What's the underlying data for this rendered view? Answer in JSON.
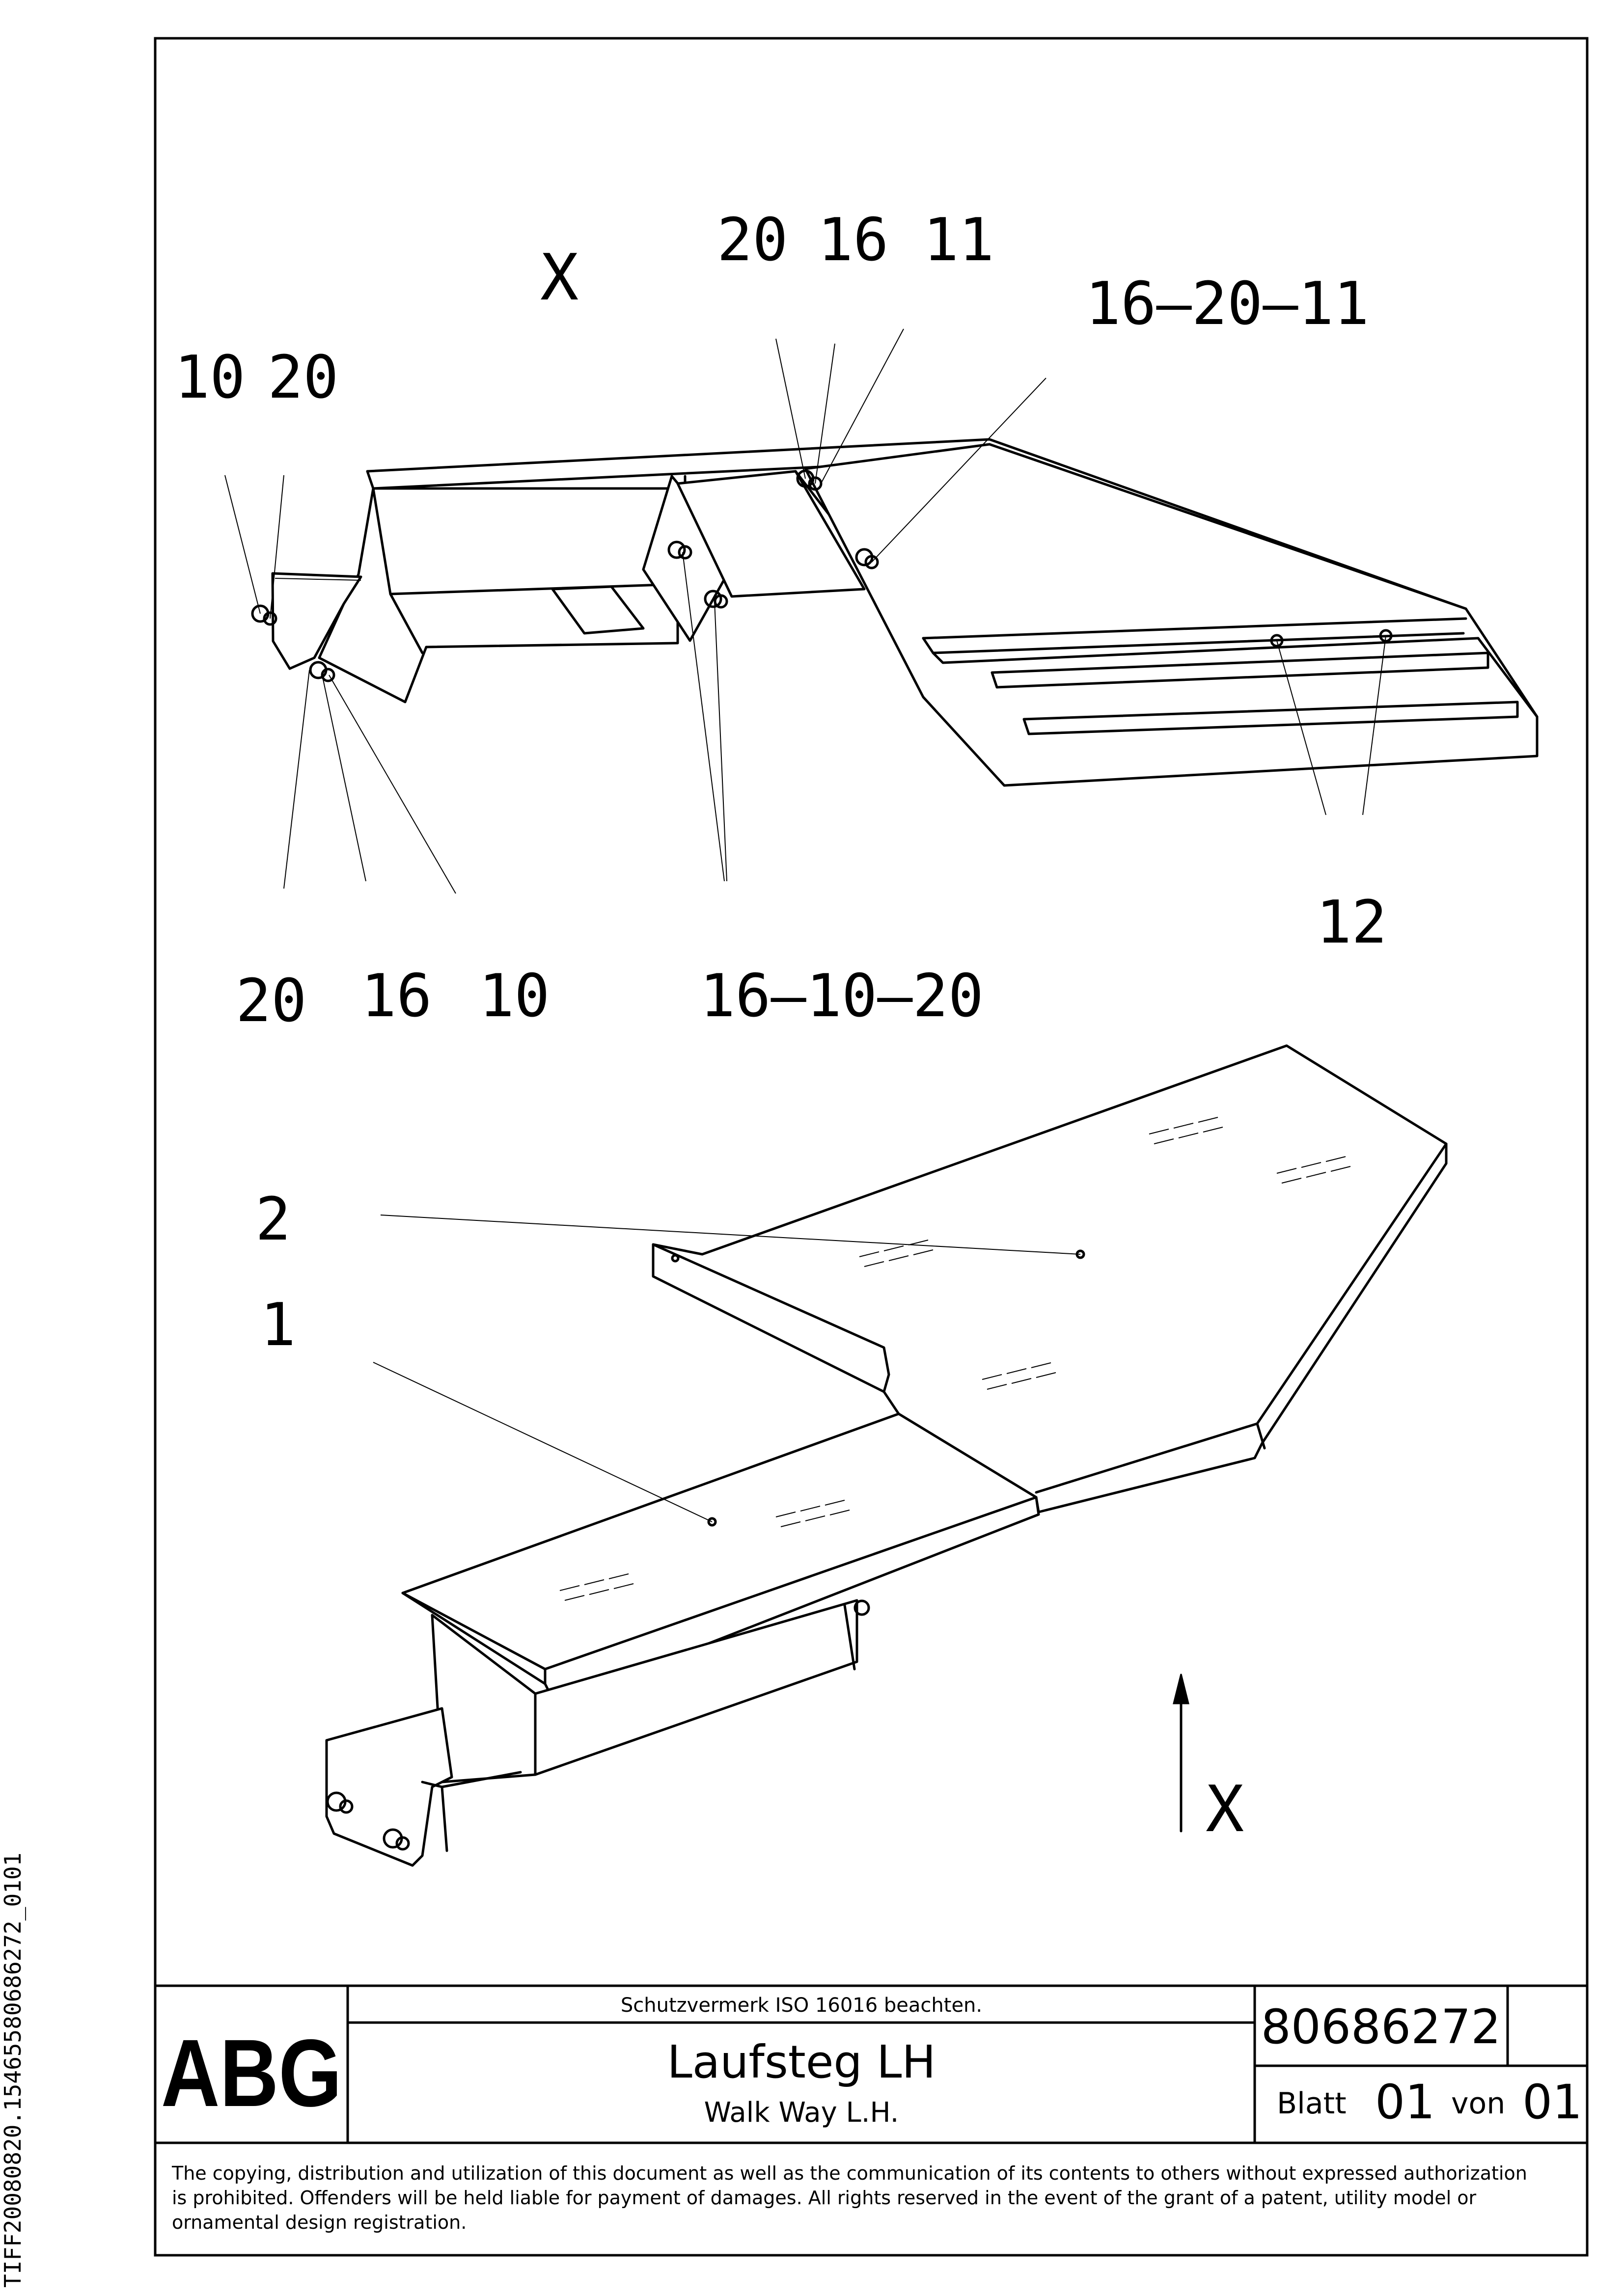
{
  "drawing": {
    "view_label": "X",
    "direction_label": "X",
    "callouts_top": [
      "10",
      "20",
      "20",
      "16",
      "11",
      "16—20—11",
      "20",
      "16",
      "10",
      "16—10—20",
      "12"
    ],
    "callouts_bottom": [
      "2",
      "1"
    ]
  },
  "title_block": {
    "logo": "ABG",
    "protection_note": "Schutzvermerk ISO 16016 beachten.",
    "title_de": "Laufsteg LH",
    "title_en": "Walk Way L.H.",
    "drawing_number": "80686272",
    "sheet_label": "Blatt",
    "sheet_number": "01",
    "of_label": "von",
    "sheet_total": "01"
  },
  "copyright_text": [
    "The copying, distribution and utilization of this document as well as the communication of its contents to others without expressed authorization",
    "is prohibited. Offenders will be held liable for payment of damages. All rights reserved in the event of the grant of a patent, utility model or",
    "ornamental design registration."
  ],
  "side_id": "TIFF20080820.15465580686272_0101"
}
